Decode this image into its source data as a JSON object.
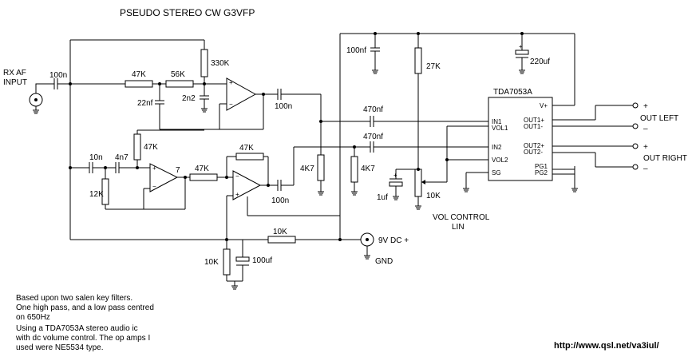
{
  "title": "PSEUDO STEREO CW G3VFP",
  "input": {
    "line1": "RX AF",
    "line2": "INPUT"
  },
  "components": {
    "c_in": "100n",
    "r1": "47K",
    "r2": "56K",
    "r3": "330K",
    "c_22nf": "22nf",
    "c_2n2": "2n2",
    "c_out1": "100n",
    "c_10n": "10n",
    "c_4n7": "4n7",
    "r_47k_hp": "47K",
    "r_12k": "12K",
    "r_47k_mid": "47K",
    "r_47k_fb": "47K",
    "c_out2": "100n",
    "r_4k7_a": "4K7",
    "r_4k7_b": "4K7",
    "r_10k_supply": "10K",
    "r_10k_div": "10K",
    "c_100uf": "100uf",
    "c_100nf_top": "100nf",
    "r_27k": "27K",
    "c_220uf": "220uf",
    "c_470nf_a": "470nf",
    "c_470nf_b": "470nf",
    "c_1uf": "1uf",
    "pot_10k": "10K",
    "pin7": "7",
    "plus": "+"
  },
  "ic": {
    "name": "TDA7053A",
    "pins_left": [
      "IN1",
      "VOL1",
      "IN2",
      "VOL2",
      "SG"
    ],
    "pins_right": [
      "V+",
      "OUT1+",
      "OUT1-",
      "OUT2+",
      "OUT2-",
      "PG1",
      "PG2"
    ]
  },
  "outputs": {
    "left": "OUT LEFT",
    "right": "OUT RIGHT",
    "plus": "+",
    "minus": "–"
  },
  "supply": {
    "label": "9V DC +",
    "gnd": "GND"
  },
  "vol_control": {
    "line1": "VOL CONTROL",
    "line2": "LIN"
  },
  "notes": [
    "Based upon two salen key filters.",
    "One high pass, and a low pass centred",
    "on 650Hz",
    "Using a TDA7053A stereo audio ic",
    "with dc volume control. The op amps I",
    "used were NE5534 type."
  ],
  "url": "http://www.qsl.net/va3iul/"
}
